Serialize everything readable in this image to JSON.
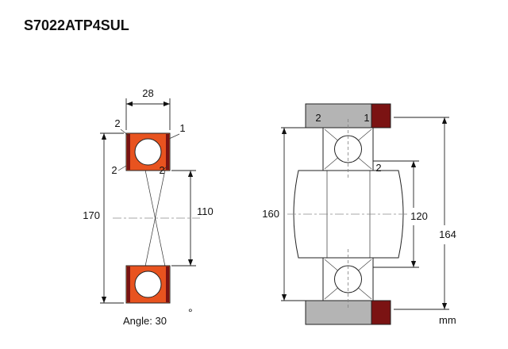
{
  "title": "S7022ATP4SUL",
  "unit_label": "mm",
  "angle_label": "Angle: 30",
  "degree_symbol": "°",
  "colors": {
    "ring_orange": "#E8531F",
    "seal_maroon": "#7B1313",
    "housing_gray": "#B4B4B4",
    "ball_white": "#FFFFFF"
  },
  "left_view": {
    "dim_width": "28",
    "dim_outer_diameter": "170",
    "dim_bore": "110",
    "callout_seal_top": "2",
    "callout_outer_ring": "1",
    "callout_seal_left": "2",
    "callout_seal_right": "2"
  },
  "right_view": {
    "callout_housing": "2",
    "callout_spacer": "1",
    "callout_inner_ring": "2",
    "dim_housing_bore": "160",
    "dim_shoulder": "120",
    "dim_overall": "164"
  }
}
